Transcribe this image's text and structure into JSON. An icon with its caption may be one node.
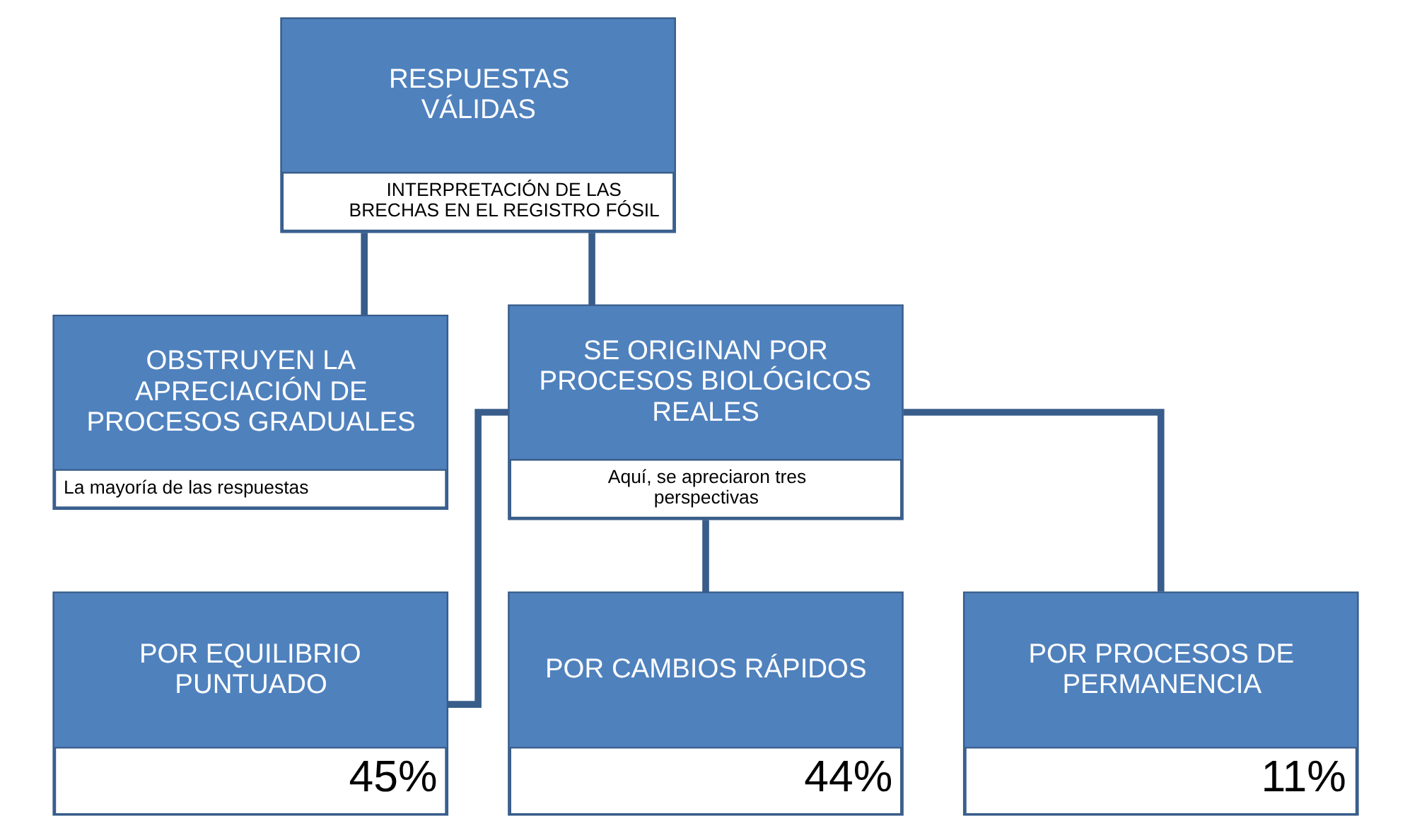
{
  "diagram": {
    "nodes": [
      {
        "text": [
          "RESPUESTAS VÁLIDAS",
          "INTERPRETACIÓN DE LAS BRECHAS EN EL REGISTRO FÓSIL"
        ]
      },
      {
        "text": [
          "OBSTRUYEN LA APRECIACIÓN DE PROCESOS GRADUALES",
          "La mayoría de las respuestas"
        ]
      },
      {
        "text": [
          "SE ORIGINAN POR PROCESOS BIOLÓGICOS REALES",
          "Aquí, se apreciaron tres perspectivas"
        ]
      },
      {
        "text": [
          "POR EQUILIBRIO PUNTUADO",
          "45%"
        ]
      },
      {
        "text": [
          "POR CAMBIOS RÁPIDOS",
          "44%"
        ]
      },
      {
        "text": [
          "POR PROCESOS DE PERMANENCIA",
          "11%"
        ]
      }
    ],
    "edges": [
      {
        "from": 0,
        "to": 1,
        "arrow": "none"
      },
      {
        "from": 0,
        "to": 2,
        "arrow": "none"
      },
      {
        "from": 2,
        "to": 3,
        "arrow": "none"
      },
      {
        "from": 2,
        "to": 4,
        "arrow": "none"
      },
      {
        "from": 2,
        "to": 5,
        "arrow": "none"
      }
    ]
  }
}
